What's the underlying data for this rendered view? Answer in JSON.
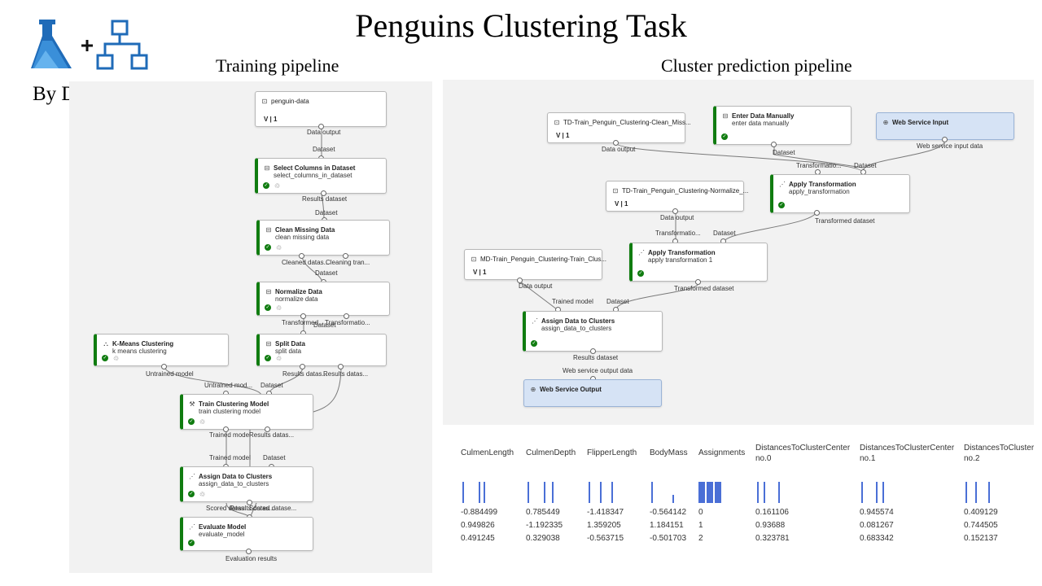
{
  "title": "Penguins Clustering Task",
  "subtitle_training": "Training pipeline",
  "subtitle_prediction": "Cluster prediction pipeline",
  "designer_label": "By Designer",
  "logo": {
    "icons": [
      "azure-ml-icon",
      "plus-icon",
      "pipeline-diagram-icon"
    ]
  },
  "colors": {
    "status_green": "#107c10",
    "canvas_bg": "#f2f2f2",
    "bar_blue": "#4a6fd6",
    "web_service_blue": "#d6e3f5"
  },
  "training": {
    "nodes": {
      "penguin_data": {
        "title": "penguin-data",
        "version": "V | 1"
      },
      "select_columns": {
        "title": "Select Columns in Dataset",
        "sub": "select_columns_in_dataset"
      },
      "clean_missing": {
        "title": "Clean Missing Data",
        "sub": "clean missing data"
      },
      "normalize": {
        "title": "Normalize Data",
        "sub": "normalize data"
      },
      "kmeans": {
        "title": "K-Means Clustering",
        "sub": "k means clustering"
      },
      "split": {
        "title": "Split Data",
        "sub": "split data"
      },
      "train_clustering": {
        "title": "Train Clustering Model",
        "sub": "train clustering model"
      },
      "assign_clusters": {
        "title": "Assign Data to Clusters",
        "sub": "assign_data_to_clusters"
      },
      "evaluate": {
        "title": "Evaluate Model",
        "sub": "evaluate_model"
      }
    },
    "ports": {
      "data_output": "Data output",
      "dataset_1": "Dataset",
      "results_dataset_1": "Results dataset",
      "dataset_2": "Dataset",
      "cleaned_dataset": "Cleaned datas...",
      "cleaning_transform": "Cleaning tran...",
      "dataset_3": "Dataset",
      "transformed_dataset": "Transformed...",
      "transformation": "Transformatio...",
      "dataset_4": "Dataset",
      "untrained_model_1": "Untrained model",
      "results_dataset_2": "Results datas...",
      "results_dataset_3": "Results datas...",
      "untrained_model_2": "Untrained mod...",
      "dataset_5": "Dataset",
      "trained_model_1": "Trained model",
      "results_dataset_4": "Results datas...",
      "trained_model_2": "Trained model",
      "dataset_6": "Dataset",
      "scored_dataset": "Scored datas...",
      "results_dataset_5": "Results datas...",
      "scored_dataset_2": "Scored datase...",
      "evaluation_results": "Evaluation results"
    }
  },
  "prediction": {
    "nodes": {
      "td_clean": {
        "title": "TD-Train_Penguin_Clustering-Clean_Miss...",
        "version": "V | 1"
      },
      "enter_data": {
        "title": "Enter Data Manually",
        "sub": "enter data manually"
      },
      "web_input": {
        "title": "Web Service Input"
      },
      "td_normalize": {
        "title": "TD-Train_Penguin_Clustering-Normalize_...",
        "version": "V | 1"
      },
      "apply_transform_1": {
        "title": "Apply Transformation",
        "sub": "apply_transformation"
      },
      "md_train": {
        "title": "MD-Train_Penguin_Clustering-Train_Clus...",
        "version": "V | 1"
      },
      "apply_transform_2": {
        "title": "Apply Transformation",
        "sub": "apply transformation 1"
      },
      "assign_clusters": {
        "title": "Assign Data to Clusters",
        "sub": "assign_data_to_clusters"
      },
      "web_output": {
        "title": "Web Service Output"
      }
    },
    "ports": {
      "data_output_1": "Data output",
      "dataset_1": "Dataset",
      "web_input_data": "Web service input data",
      "transformation_1": "Transformatio...",
      "dataset_2": "Dataset",
      "data_output_2": "Data output",
      "transformed_dataset_1": "Transformed dataset",
      "transformation_2": "Transformatio...",
      "dataset_3": "Dataset",
      "data_output_3": "Data output",
      "transformed_dataset_2": "Transformed dataset",
      "trained_model": "Trained model",
      "dataset_4": "Dataset",
      "results_dataset": "Results dataset",
      "web_output_data": "Web service output data"
    }
  },
  "results_table": {
    "columns": [
      {
        "line1": "CulmenLength",
        "line2": ""
      },
      {
        "line1": "CulmenDepth",
        "line2": ""
      },
      {
        "line1": "FlipperLength",
        "line2": ""
      },
      {
        "line1": "BodyMass",
        "line2": ""
      },
      {
        "line1": "Assignments",
        "line2": ""
      },
      {
        "line1": "DistancesToClusterCenter",
        "line2": "no.0"
      },
      {
        "line1": "DistancesToClusterCenter",
        "line2": "no.1"
      },
      {
        "line1": "DistancesToCluster",
        "line2": "no.2"
      }
    ],
    "rows": [
      [
        "-0.884499",
        "0.785449",
        "-1.418347",
        "-0.564142",
        "0",
        "0.161106",
        "0.945574",
        "0.409129"
      ],
      [
        "0.949826",
        "-1.192335",
        "1.359205",
        "1.184151",
        "1",
        "0.93688",
        "0.081267",
        "0.744505"
      ],
      [
        "0.491245",
        "0.329038",
        "-0.563715",
        "-0.501703",
        "2",
        "0.323781",
        "0.683342",
        "0.152137"
      ]
    ]
  }
}
